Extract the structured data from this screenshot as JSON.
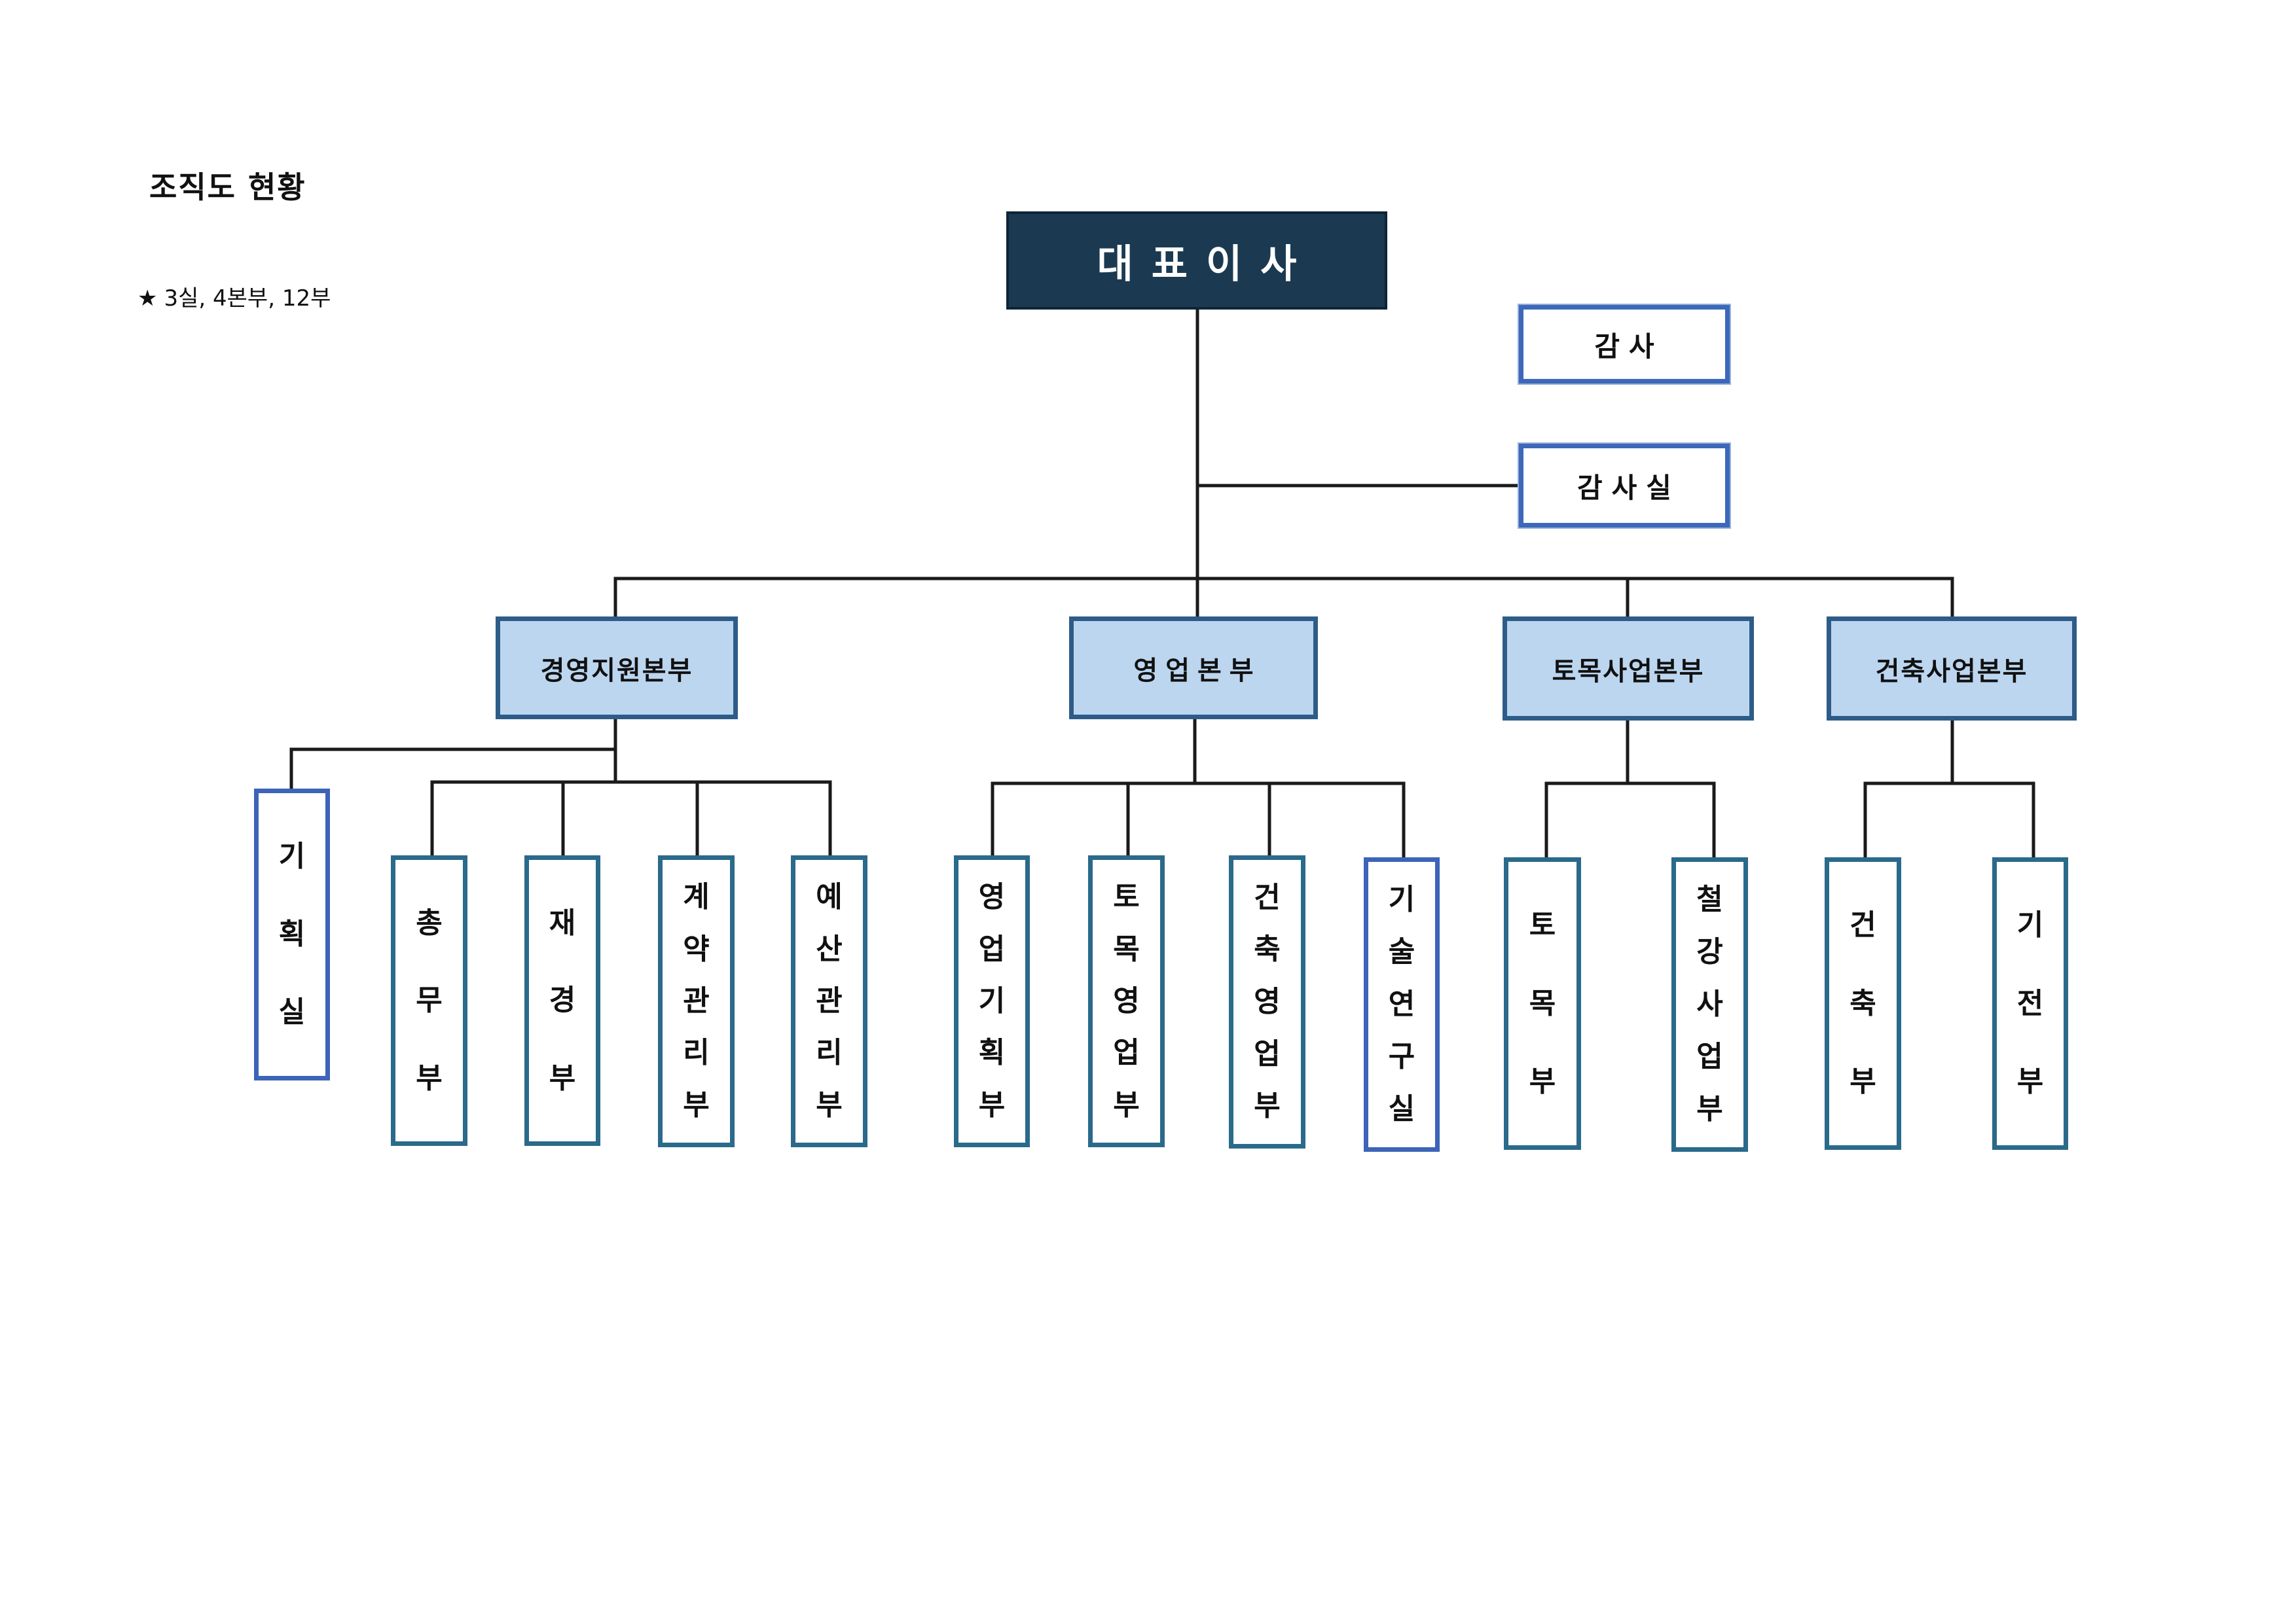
{
  "heading": "조직도 현황",
  "summary": {
    "star": "★",
    "text": "3실, 4본부, 12부"
  },
  "ceo": "대표이사",
  "audit": {
    "auditor": "감사",
    "office": "감사실"
  },
  "hq": [
    {
      "name": "경영지원본부"
    },
    {
      "name": "영업본부"
    },
    {
      "name": "토목사업본부"
    },
    {
      "name": "건축사업본부"
    }
  ],
  "depts": [
    {
      "name": "기획실",
      "hq": "경영지원본부"
    },
    {
      "name": "총무부",
      "hq": "경영지원본부"
    },
    {
      "name": "재경부",
      "hq": "경영지원본부"
    },
    {
      "name": "계약관리부",
      "hq": "경영지원본부"
    },
    {
      "name": "예산관리부",
      "hq": "경영지원본부"
    },
    {
      "name": "영업기획부",
      "hq": "영업본부"
    },
    {
      "name": "토목영업부",
      "hq": "영업본부"
    },
    {
      "name": "건축영업부",
      "hq": "영업본부"
    },
    {
      "name": "기술연구실",
      "hq": "영업본부"
    },
    {
      "name": "토목부",
      "hq": "토목사업본부"
    },
    {
      "name": "철강사업부",
      "hq": "토목사업본부"
    },
    {
      "name": "건축부",
      "hq": "건축사업본부"
    },
    {
      "name": "기전부",
      "hq": "건축사업본부"
    }
  ],
  "colors": {
    "ceo_fill": "#1b3a52",
    "hq_fill": "#bcd6f0",
    "hq_border": "#2e5c88",
    "dept_border": "#2a6a8a",
    "office_border": "#3d64b8",
    "audit_border": "#3b68b9",
    "line": "#1a1a1a"
  }
}
